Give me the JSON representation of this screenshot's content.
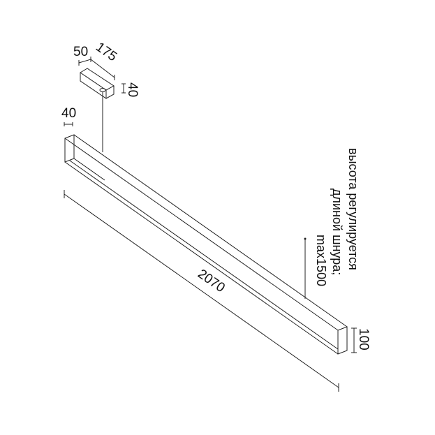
{
  "dimensions": {
    "canopy_width": "50",
    "canopy_length": "175",
    "canopy_height": "40",
    "profile_width": "40",
    "length": "2070",
    "profile_height": "100"
  },
  "note": {
    "line1": "высота регулируется",
    "line2": "длиной шнура;",
    "line3": "max1500"
  }
}
